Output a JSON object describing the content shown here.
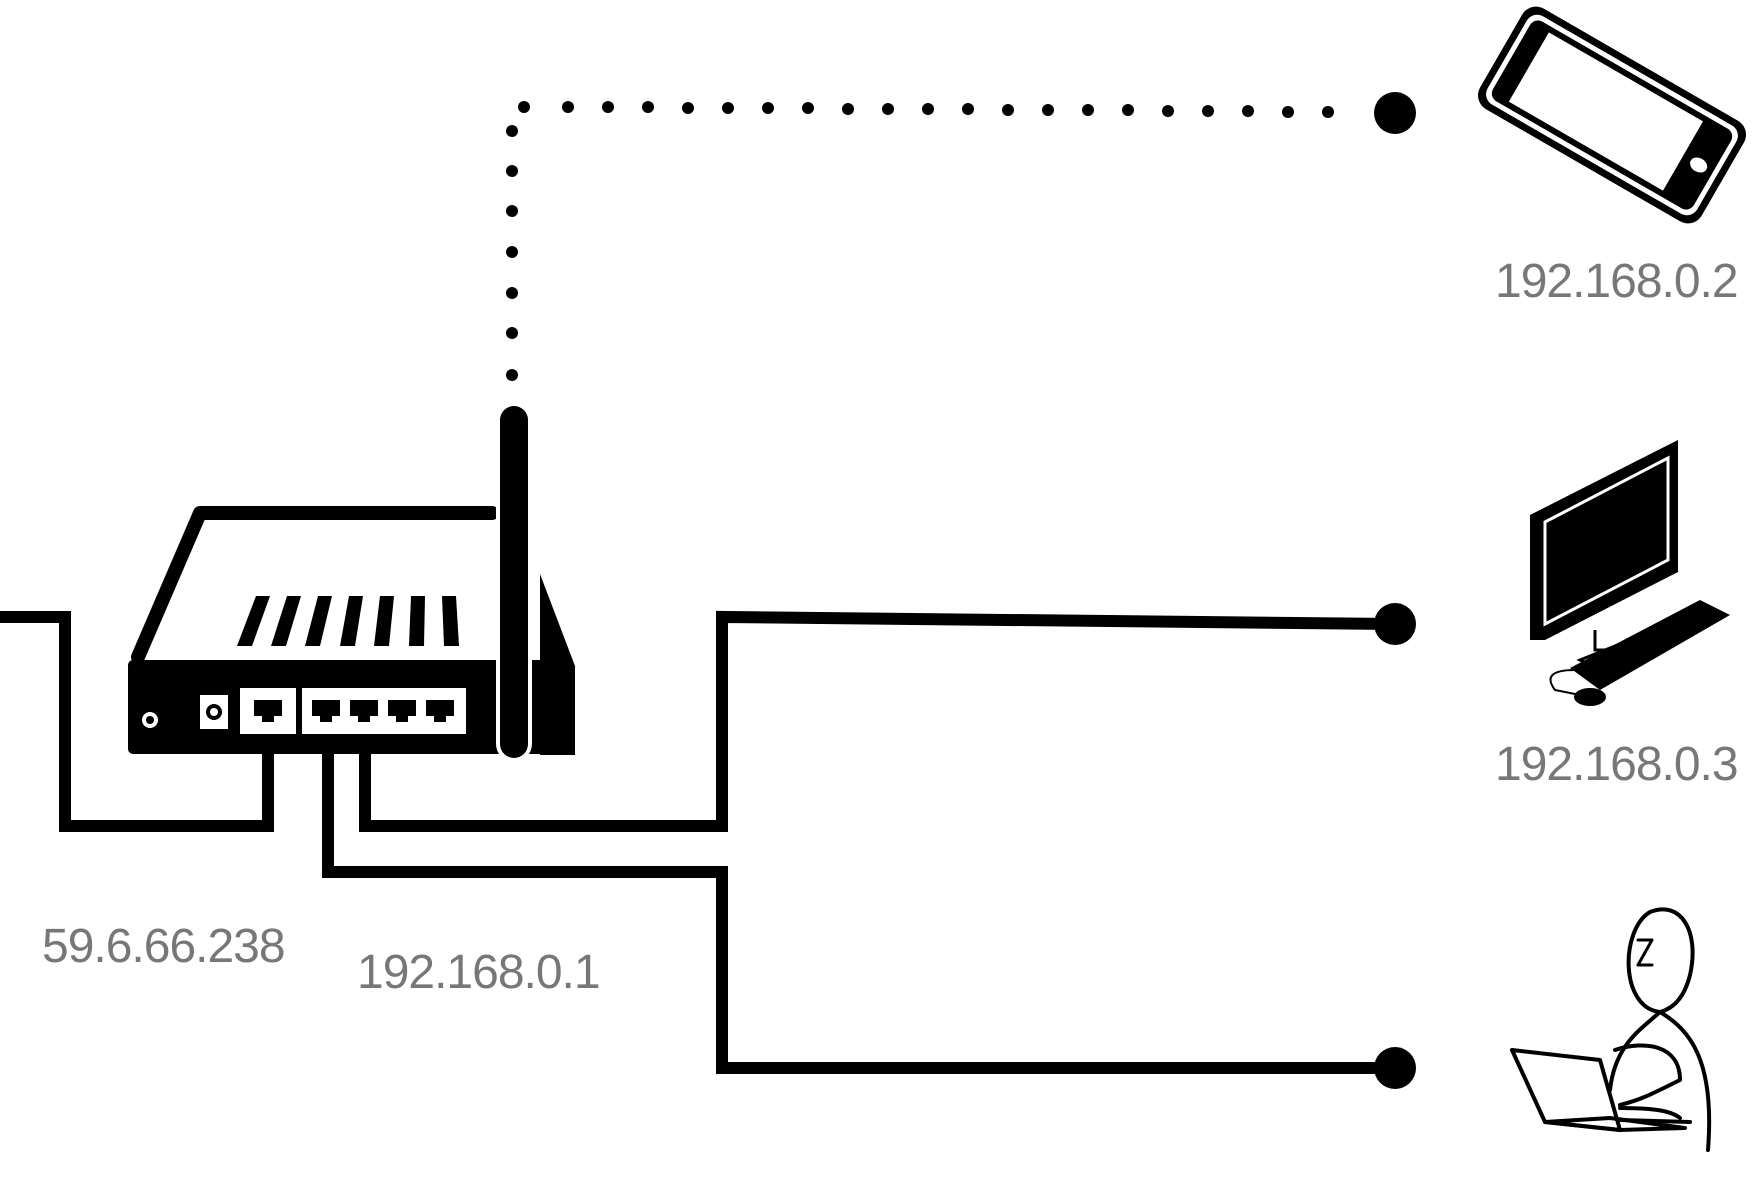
{
  "diagram": {
    "colors": {
      "line": "#000000",
      "label": "#777777",
      "background": "#ffffff"
    },
    "router": {
      "icon": "wifi-router-icon",
      "wan_ip": "59.6.66.238",
      "lan_ip": "192.168.0.1"
    },
    "devices": [
      {
        "icon": "smartphone-icon",
        "ip": "192.168.0.2",
        "connection": "wireless"
      },
      {
        "icon": "desktop-computer-icon",
        "ip": "192.168.0.3",
        "connection": "wired"
      },
      {
        "icon": "person-with-laptop-icon",
        "ip": "",
        "connection": "wired"
      }
    ]
  }
}
